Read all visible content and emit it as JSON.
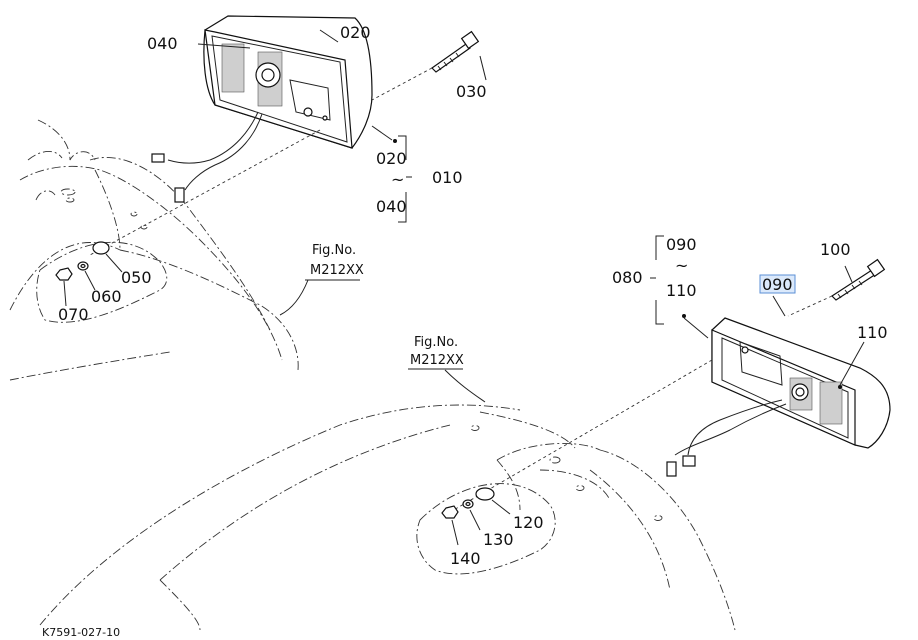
{
  "labels": {
    "p010": "010",
    "p020_a": "020",
    "p020_b": "020",
    "p030": "030",
    "p040_a": "040",
    "p040_b": "040",
    "p050": "050",
    "p060": "060",
    "p070": "070",
    "p080": "080",
    "p090_a": "090",
    "p090_b": "090",
    "p100": "100",
    "p110_a": "110",
    "p110_b": "110",
    "p120": "120",
    "p130": "130",
    "p140": "140",
    "tilde": "~"
  },
  "fig_refs": [
    {
      "line1": "Fig.No.",
      "line2": "M212XX"
    },
    {
      "line1": "Fig.No.",
      "line2": "M212XX"
    }
  ],
  "footer": {
    "code": "K7591-027-10"
  },
  "colors": {
    "highlight_fill": "#dbe9fb",
    "highlight_border": "#5b8fd6"
  }
}
